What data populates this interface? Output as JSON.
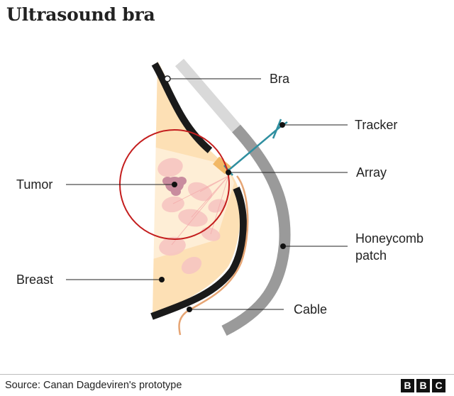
{
  "title": "Ultrasound bra",
  "labels": {
    "bra": "Bra",
    "tracker": "Tracker",
    "array": "Array",
    "tumor": "Tumor",
    "honeycomb_line1": "Honeycomb",
    "honeycomb_line2": "patch",
    "breast": "Breast",
    "cable": "Cable"
  },
  "source": "Source: Canan Dagdeviren's prototype",
  "logo": [
    "B",
    "B",
    "C"
  ],
  "colors": {
    "breast_fill": "#fde0b5",
    "tissue": "#f7c6c2",
    "tumor": "#c98c9e",
    "bra_band": "#1a1a1a",
    "patch_dark": "#9a9a9a",
    "patch_light": "#d9d9d9",
    "tracker": "#2f8fa0",
    "array": "#f2b866",
    "cable": "#e6a574",
    "circle": "#c41e1e",
    "leader": "#222222"
  }
}
